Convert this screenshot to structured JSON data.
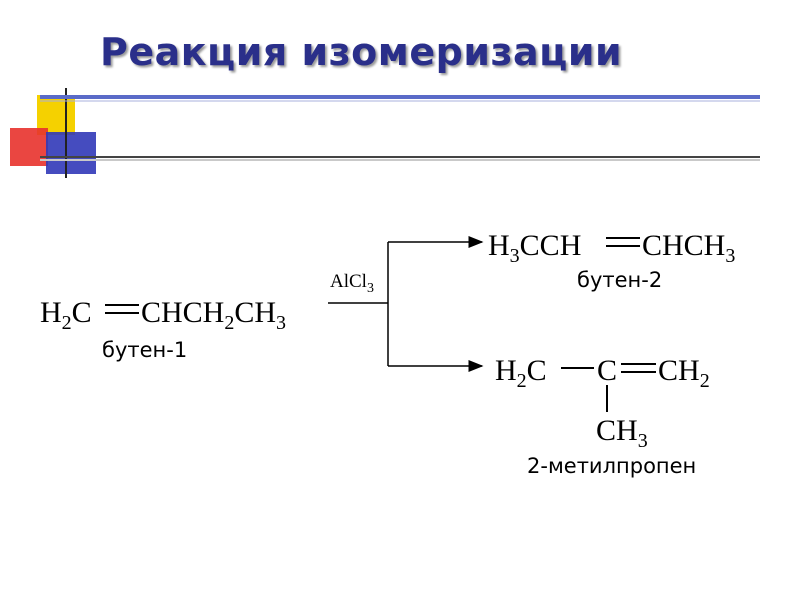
{
  "title": "Реакция изомеризации",
  "colors": {
    "title": "#2a2f8a",
    "deco_yellow": "#f5d100",
    "deco_red": "#e8322c",
    "deco_blue": "#3138b8",
    "deco_line_blue": "#5a6bc8"
  },
  "reaction": {
    "reactant": {
      "formula_parts": [
        "H",
        "2",
        "C",
        "CHCH",
        "2",
        "CH",
        "3"
      ],
      "name": "бутен-1"
    },
    "catalyst": {
      "parts": [
        "AlCl",
        "3"
      ]
    },
    "product1": {
      "formula_parts": [
        "H",
        "3",
        "CCH",
        "CHCH",
        "3"
      ],
      "name": "бутен-2"
    },
    "product2": {
      "formula_parts": [
        "H",
        "2",
        "C",
        "C",
        "CH",
        "2"
      ],
      "branch_parts": [
        "CH",
        "3"
      ],
      "name": "2-метилпропен"
    }
  }
}
